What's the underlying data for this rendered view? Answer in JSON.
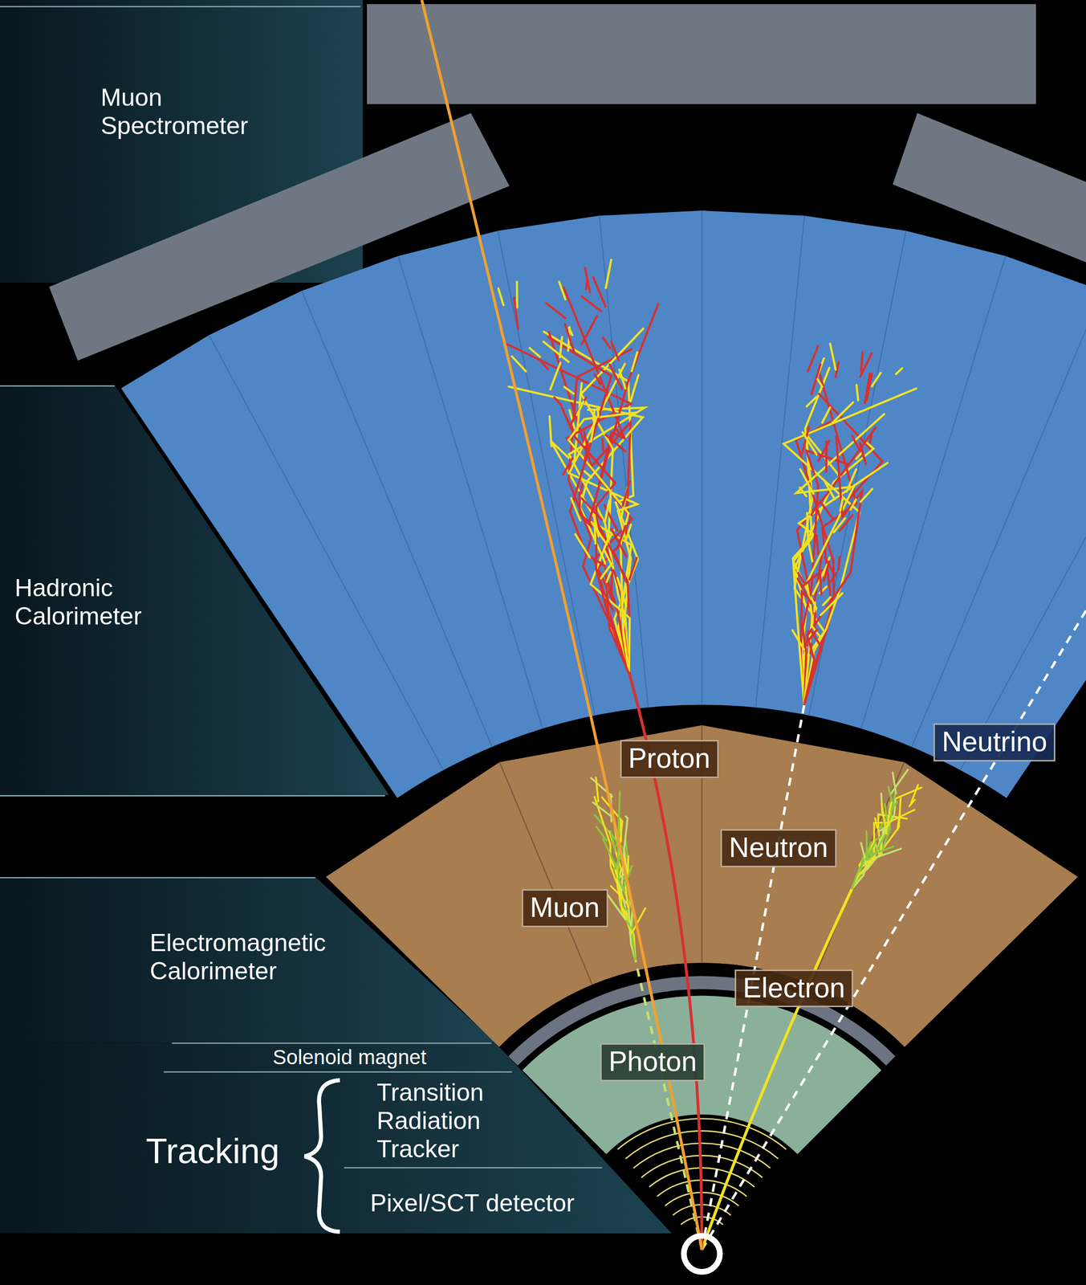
{
  "diagram": {
    "nodes": [
      {
        "text": [
          "Muon Spectrometer"
        ]
      },
      {
        "text": [
          "Hadronic Calorimeter"
        ]
      },
      {
        "text": [
          "Proton"
        ]
      },
      {
        "text": [
          "Neutrino"
        ]
      },
      {
        "text": [
          "Neutron"
        ]
      },
      {
        "text": [
          "Muon"
        ]
      },
      {
        "text": [
          "Electromagnetic Calorimeter"
        ]
      },
      {
        "text": [
          "Electron"
        ]
      },
      {
        "text": [
          "Photon"
        ]
      }
    ],
    "labels": [
      "Solenoid magnet",
      "Tracking",
      "Transition Radiation Tracker",
      "Pixel/SCT detector"
    ]
  }
}
